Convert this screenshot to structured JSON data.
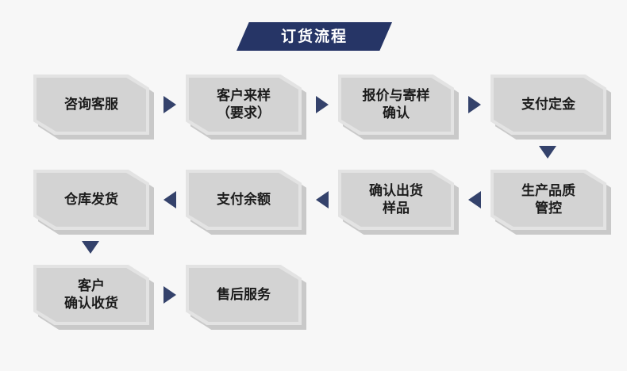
{
  "background_color": "#f7f7f7",
  "banner": {
    "title": "订货流程",
    "fill_color": "#263566",
    "text_color": "#ffffff"
  },
  "theme": {
    "node_fill": "#d3d3d3",
    "node_border": "#e3e3e3",
    "node_shadow": "#c9c9c9",
    "node_text": "#1b1b1b",
    "arrow_color": "#34426b"
  },
  "nodes": [
    {
      "id": "n1",
      "lines": [
        "咨询客服"
      ],
      "row": 1,
      "col": 1
    },
    {
      "id": "n2",
      "lines": [
        "客户来样",
        "（要求）"
      ],
      "row": 1,
      "col": 2
    },
    {
      "id": "n3",
      "lines": [
        "报价与寄样",
        "确认"
      ],
      "row": 1,
      "col": 3
    },
    {
      "id": "n4",
      "lines": [
        "支付定金"
      ],
      "row": 1,
      "col": 4
    },
    {
      "id": "n5",
      "lines": [
        "生产品质",
        "管控"
      ],
      "row": 2,
      "col": 4
    },
    {
      "id": "n6",
      "lines": [
        "确认出货",
        "样品"
      ],
      "row": 2,
      "col": 3
    },
    {
      "id": "n7",
      "lines": [
        "支付余额"
      ],
      "row": 2,
      "col": 2
    },
    {
      "id": "n8",
      "lines": [
        "仓库发货"
      ],
      "row": 2,
      "col": 1
    },
    {
      "id": "n9",
      "lines": [
        "客户",
        "确认收货"
      ],
      "row": 3,
      "col": 1
    },
    {
      "id": "n10",
      "lines": [
        "售后服务"
      ],
      "row": 3,
      "col": 2
    }
  ],
  "arrows": [
    {
      "id": "a1",
      "direction": "right",
      "from": "n1",
      "to": "n2"
    },
    {
      "id": "a2",
      "direction": "right",
      "from": "n2",
      "to": "n3"
    },
    {
      "id": "a3",
      "direction": "right",
      "from": "n3",
      "to": "n4"
    },
    {
      "id": "a4",
      "direction": "down",
      "from": "n4",
      "to": "n5"
    },
    {
      "id": "a5",
      "direction": "left",
      "from": "n5",
      "to": "n6"
    },
    {
      "id": "a6",
      "direction": "left",
      "from": "n6",
      "to": "n7"
    },
    {
      "id": "a7",
      "direction": "left",
      "from": "n7",
      "to": "n8"
    },
    {
      "id": "a8",
      "direction": "down",
      "from": "n8",
      "to": "n9"
    },
    {
      "id": "a9",
      "direction": "right",
      "from": "n9",
      "to": "n10"
    }
  ]
}
